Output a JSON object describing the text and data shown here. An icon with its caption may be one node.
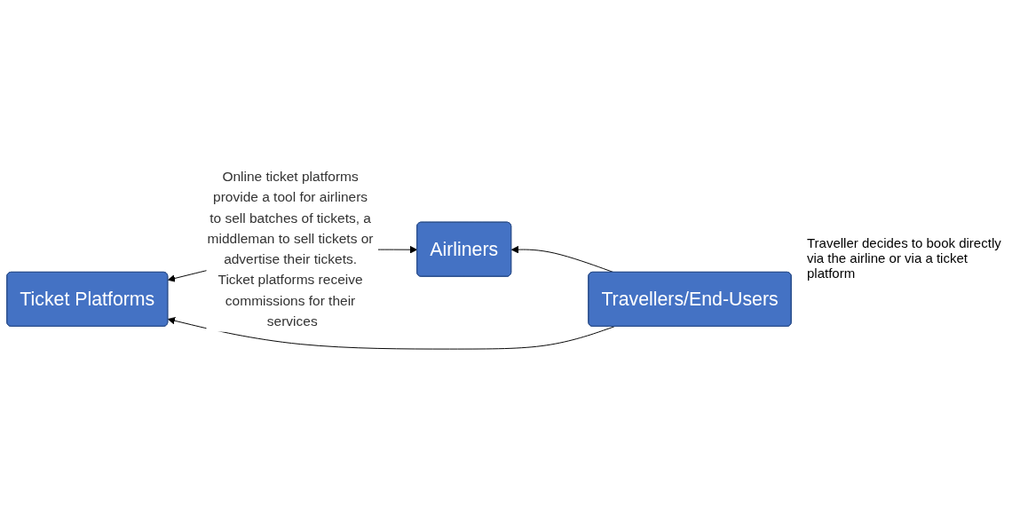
{
  "diagram": {
    "nodes": [
      {
        "text": [
          "Airliners"
        ]
      },
      {
        "text": [
          "Ticket Platforms"
        ]
      },
      {
        "text": [
          "Travellers/End-Users"
        ]
      }
    ],
    "edges": [
      {
        "from": 0,
        "to": 1,
        "arrow": "both",
        "label": "Online ticket platforms provide a tool for airliners to sell batches of tickets, a middleman to sell tickets or advertise their tickets. Ticket platforms receive commissions for their services"
      },
      {
        "from": 2,
        "to": 0,
        "arrow": "to"
      },
      {
        "from": 2,
        "to": 1,
        "arrow": "to"
      }
    ],
    "labels": [
      "Traveller decides to book directly via the airline or via a ticket platform"
    ]
  }
}
